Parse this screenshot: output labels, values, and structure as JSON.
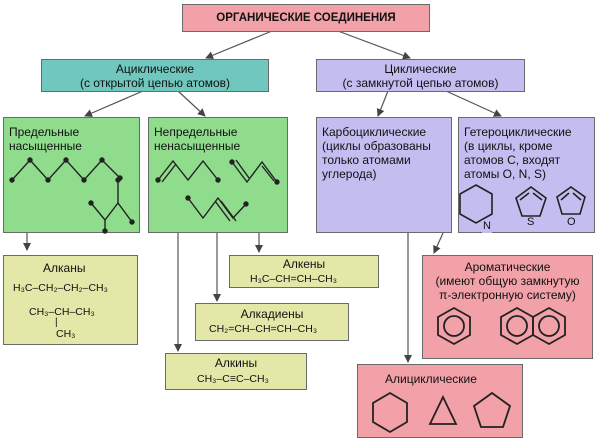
{
  "title": "ОРГАНИЧЕСКИЕ СОЕДИНЕНИЯ",
  "acyclic": {
    "title": "Ациклические",
    "subtitle": "(с открытой цепью атомов)"
  },
  "cyclic": {
    "title": "Циклические",
    "subtitle": "(с замкнутой цепью атомов)"
  },
  "saturated": {
    "line1": "Предельные",
    "line2": "насыщенные"
  },
  "unsaturated": {
    "line1": "Непредельные",
    "line2": "ненасыщенные"
  },
  "carbocyclic": {
    "line1": "Карбоциклические",
    "line2": "(циклы образованы",
    "line3": "только атомами",
    "line4": "углерода)"
  },
  "heterocyclic": {
    "line1": "Гетероциклические",
    "line2": "(в циклы, кроме",
    "line3": "атомов С, входят",
    "line4": "атомы  O, N, S)",
    "atom_n": "N",
    "atom_s": "S",
    "atom_o": "O"
  },
  "alkanes": {
    "title": "Алканы",
    "formula1": "H₃C–CH₂–CH₂–CH₃",
    "formula2_main": "CH₃–CH–CH₃",
    "formula2_branch": "CH₃"
  },
  "alkenes": {
    "title": "Алкены",
    "formula": "H₃C–CH=CH–CH₃"
  },
  "alkadienes": {
    "title": "Алкадиены",
    "formula": "CH₂=CH–CH=CH–CH₃"
  },
  "alkynes": {
    "title": "Алкины",
    "formula": "CH₃–C≡C–CH₃"
  },
  "aromatic": {
    "line1": "Ароматические",
    "line2": "(имеют общую замкнутую",
    "line3": "π-электронную систему)"
  },
  "alicyclic": {
    "title": "Алициклические"
  },
  "colors": {
    "title_box": "#f2a1a9",
    "acyclic_box": "#6fc7bd",
    "cyclic_box": "#c4bdf0",
    "chain_boxes": "#8fdc8c",
    "class_boxes": "#e3e8a8",
    "ring_boxes": "#f2a1a9"
  }
}
